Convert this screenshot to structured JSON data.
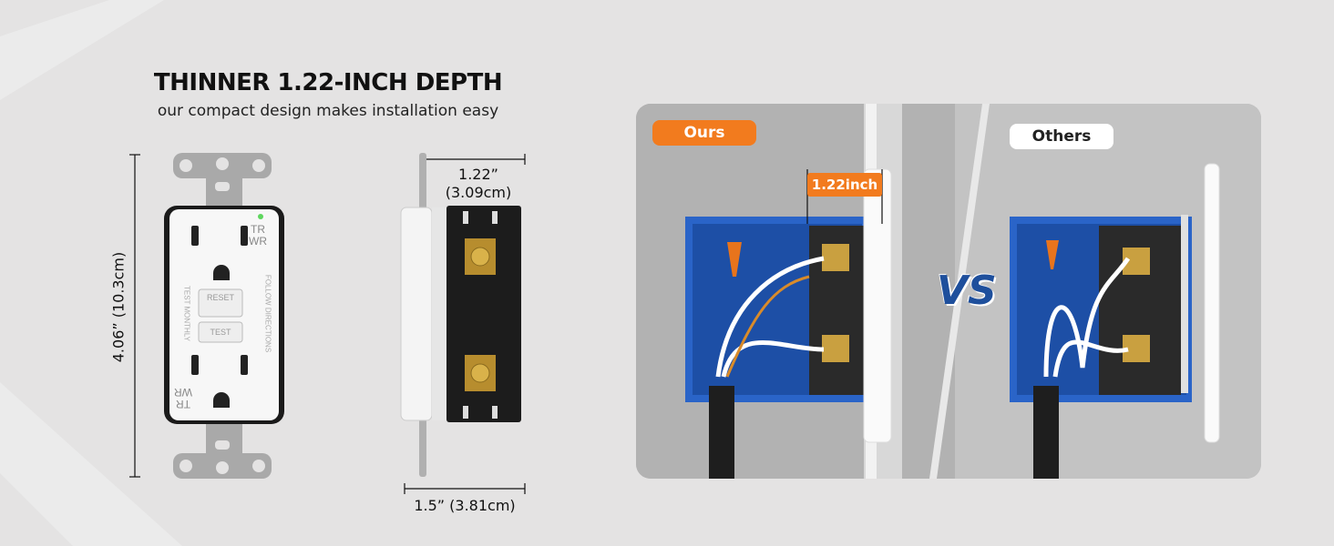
{
  "header": {
    "title": "THINNER 1.22-INCH DEPTH",
    "subtitle": "our compact design makes installation easy"
  },
  "dimensions": {
    "height_label": "4.06”  (10.3cm)",
    "depth_label_line1": "1.22”",
    "depth_label_line2": "(3.09cm)",
    "width_label": "1.5”  (3.81cm)"
  },
  "outlet_front": {
    "top_marking": "TR WR",
    "bottom_marking": "TR WR",
    "reset_label": "RESET",
    "test_label": "TEST",
    "side_text_1": "TEST MONTHLY",
    "side_text_2": "FOLLOW DIRECTIONS"
  },
  "comparison": {
    "ours_label": "Ours",
    "others_label": "Others",
    "depth_badge": "1.22inch",
    "vs_label": "VS"
  },
  "colors": {
    "accent_orange": "#f27b1e",
    "box_blue": "#2a64c8",
    "vs_blue": "#1e4f9c"
  }
}
